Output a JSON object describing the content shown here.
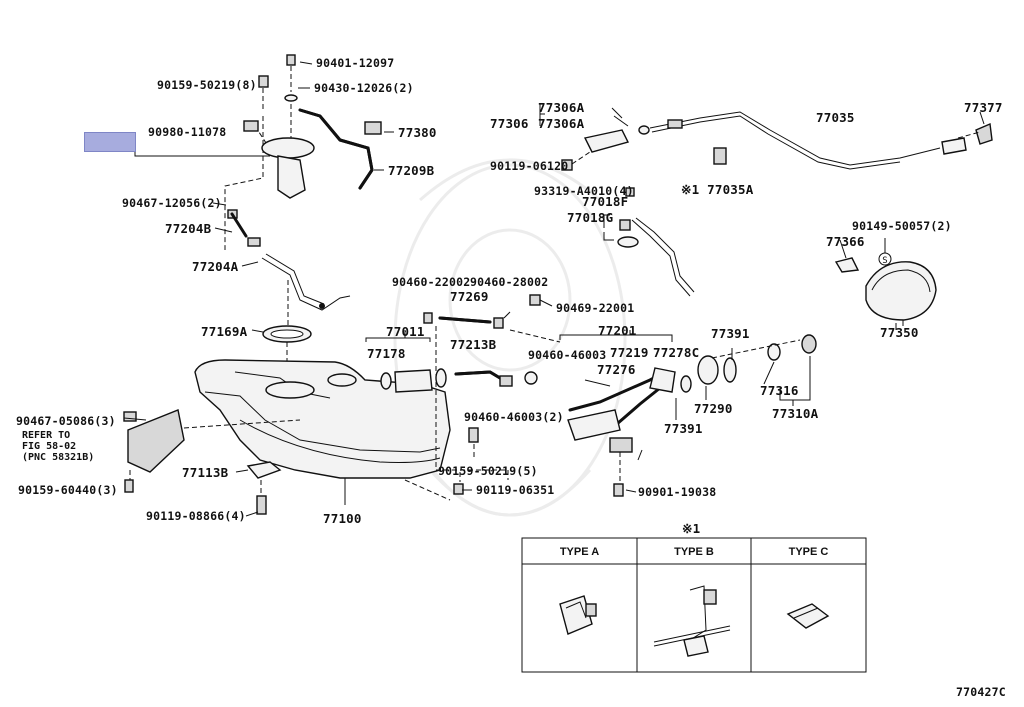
{
  "diagram": {
    "drawing_code": "770427C",
    "highlight_color": "#a7acde",
    "labels": {
      "l90401_12097": "90401-12097",
      "l90159_50219_8": "90159-50219(8)",
      "l90430_12026_2": "90430-12026(2)",
      "l90980_11078": "90980-11078",
      "l77380": "77380",
      "l77209B": "77209B",
      "l90467_12056_2": "90467-12056(2)",
      "l77204B": "77204B",
      "l77204A": "77204A",
      "l77169A": "77169A",
      "l77306A_top": "77306A",
      "l77306": "77306",
      "l77306A": "77306A",
      "l90119_06120": "90119-06120",
      "l77035": "77035",
      "l77377": "77377",
      "l77035A": "※1 77035A",
      "l93319_A4010_4": "93319-A4010(4)",
      "l77018F": "77018F",
      "l77018G": "77018G",
      "l90149_50057_2": "90149-50057(2)",
      "l77366": "77366",
      "l77350": "77350",
      "l90460_22002": "90460-22002",
      "l90460_28002": "90460-28002",
      "l77269": "77269",
      "l90469_22001": "90469-22001",
      "l77201": "77201",
      "l77011": "77011",
      "l77178": "77178",
      "l77213B": "77213B",
      "l90460_46003": "90460-46003",
      "l77219": "77219",
      "l77278C": "77278C",
      "l77276": "77276",
      "l77391_a": "77391",
      "l77391_b": "77391",
      "l77290": "77290",
      "l77316": "77316",
      "l77310A": "77310A",
      "l90460_46003_2": "90460-46003(2)",
      "l90159_50219_5": "90159-50219(5)",
      "l90119_06351": "90119-06351",
      "l90901_19038": "90901-19038",
      "l90467_05086_3": "90467-05086(3)",
      "refer_line1": "REFER TO",
      "refer_line2": "FIG 58-02",
      "refer_line3": "(PNC 58321B)",
      "l90159_60440_3": "90159-60440(3)",
      "l77113B": "77113B",
      "l90119_08866_4": "90119-08866(4)",
      "l77100": "77100"
    },
    "detail_table": {
      "marker": "※1",
      "columns": [
        "TYPE A",
        "TYPE B",
        "TYPE C"
      ]
    }
  }
}
